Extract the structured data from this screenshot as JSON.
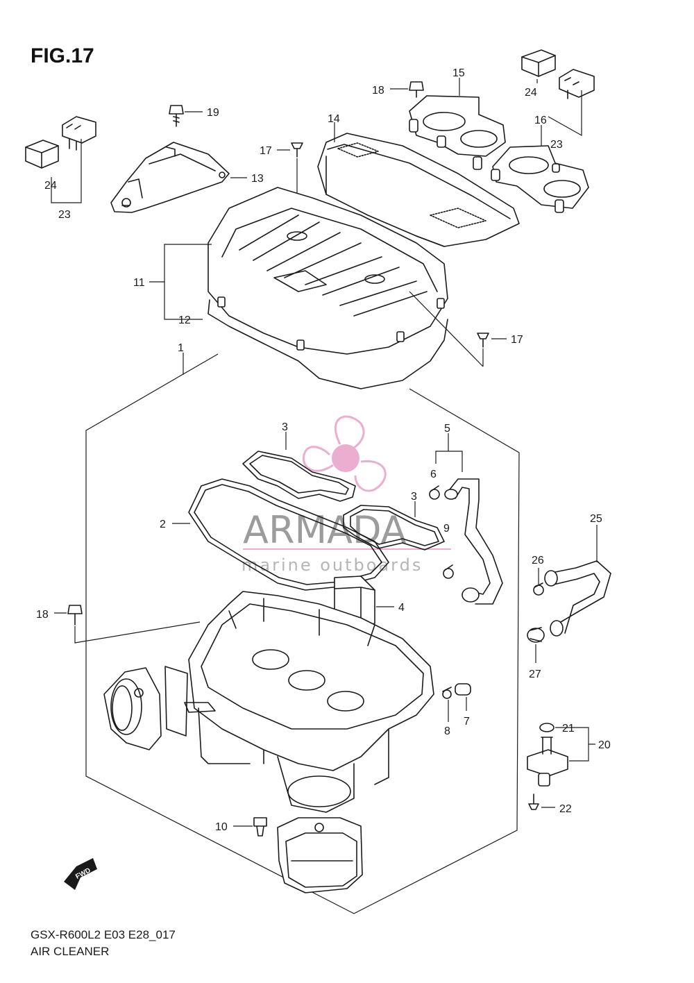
{
  "figure": {
    "title": "FIG.17"
  },
  "footer": {
    "model": "GSX-R600L2 E03 E28_017",
    "section": "AIR CLEANER"
  },
  "watermark": {
    "brand": "ARMADA",
    "tagline": "marine outboards",
    "accent": "#e8a0c8",
    "text_color": "#777777"
  },
  "direction_marker": {
    "text": "FWD"
  },
  "callouts": {
    "c1": "1",
    "c2": "2",
    "c3a": "3",
    "c3b": "3",
    "c4": "4",
    "c5": "5",
    "c6": "6",
    "c7": "7",
    "c8": "8",
    "c9": "9",
    "c10": "10",
    "c11": "11",
    "c12": "12",
    "c13": "13",
    "c14": "14",
    "c15": "15",
    "c16": "16",
    "c17a": "17",
    "c17b": "17",
    "c18a": "18",
    "c18b": "18",
    "c19": "19",
    "c20": "20",
    "c21": "21",
    "c22": "22",
    "c23a": "23",
    "c23b": "23",
    "c24a": "24",
    "c24b": "24",
    "c25": "25",
    "c26": "26",
    "c27": "27"
  }
}
